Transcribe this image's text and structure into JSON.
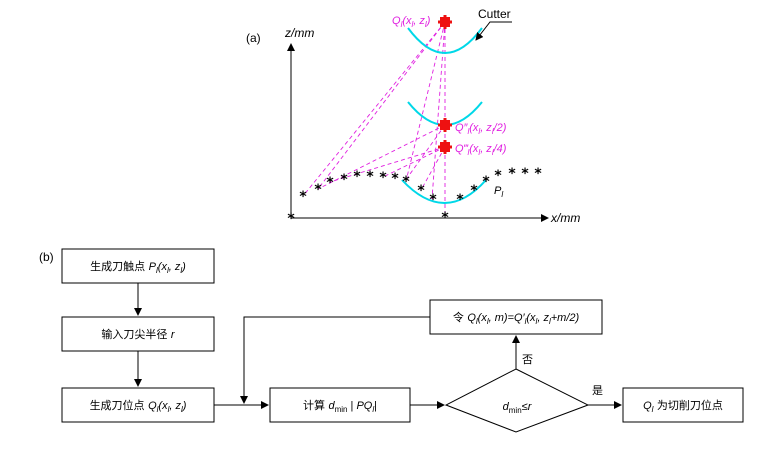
{
  "panel_a": {
    "label": "(a)",
    "z_axis_label": "z/mm",
    "x_axis_label": "x/mm",
    "cutter_label": "Cutter",
    "q1_label": "Q",
    "q1_sub": "l",
    "q1_rest": "(x",
    "q1_sub2": "l",
    "q1_mid": ", z",
    "q1_sub3": "l",
    "q1_end": ")",
    "q2_label": "Q″",
    "q2_sub": "l",
    "q2_rest": "(x",
    "q2_sub2": "l",
    "q2_mid": ", z",
    "q2_sub3": "l",
    "q2_end": "/2)",
    "q3_label": "Q‴",
    "q3_sub": "l",
    "q3_rest": "(x",
    "q3_sub2": "l",
    "q3_mid": ", z",
    "q3_sub3": "l",
    "q3_end": "/4)",
    "pl_label": "P",
    "pl_sub": "l"
  },
  "panel_b": {
    "label": "(b)",
    "box1": {
      "pre": "生成刀触点 ",
      "var": "P",
      "sub": "l",
      "mid": "(x",
      "sub2": "l",
      "mid2": ", z",
      "sub3": "l",
      "end": ")"
    },
    "box2": {
      "pre": "输入刀尖半径 ",
      "var": "r"
    },
    "box3": {
      "pre": "生成刀位点 ",
      "var": "Q",
      "sub": "l",
      "mid": "(x",
      "sub2": "l",
      "mid2": ", z",
      "sub3": "l",
      "end": ")"
    },
    "box4": {
      "pre": "计算 ",
      "var": "d",
      "sub": "min",
      "mid": " | ",
      "var2": "PQ",
      "sub2": "l",
      "end": "|"
    },
    "diamond": {
      "var": "d",
      "sub": "min",
      "rest": "≤r"
    },
    "box5": {
      "var": "Q",
      "sub": "l",
      "rest": " 为切削刀位点"
    },
    "box6": {
      "pre": "令 ",
      "var": "Q",
      "sub": "l",
      "mid": "(x",
      "sub2": "l",
      "mid2": ", m)=Q′",
      "sub3": "l",
      "mid3": "(x",
      "sub4": "l",
      "mid4": ", z",
      "sub5": "l",
      "end": "+m/2)"
    },
    "yes_label": "是",
    "no_label": "否"
  },
  "colors": {
    "magenta": "#e020e0",
    "cyan": "#00d8e8",
    "red": "#ee1111",
    "black": "#000000"
  }
}
